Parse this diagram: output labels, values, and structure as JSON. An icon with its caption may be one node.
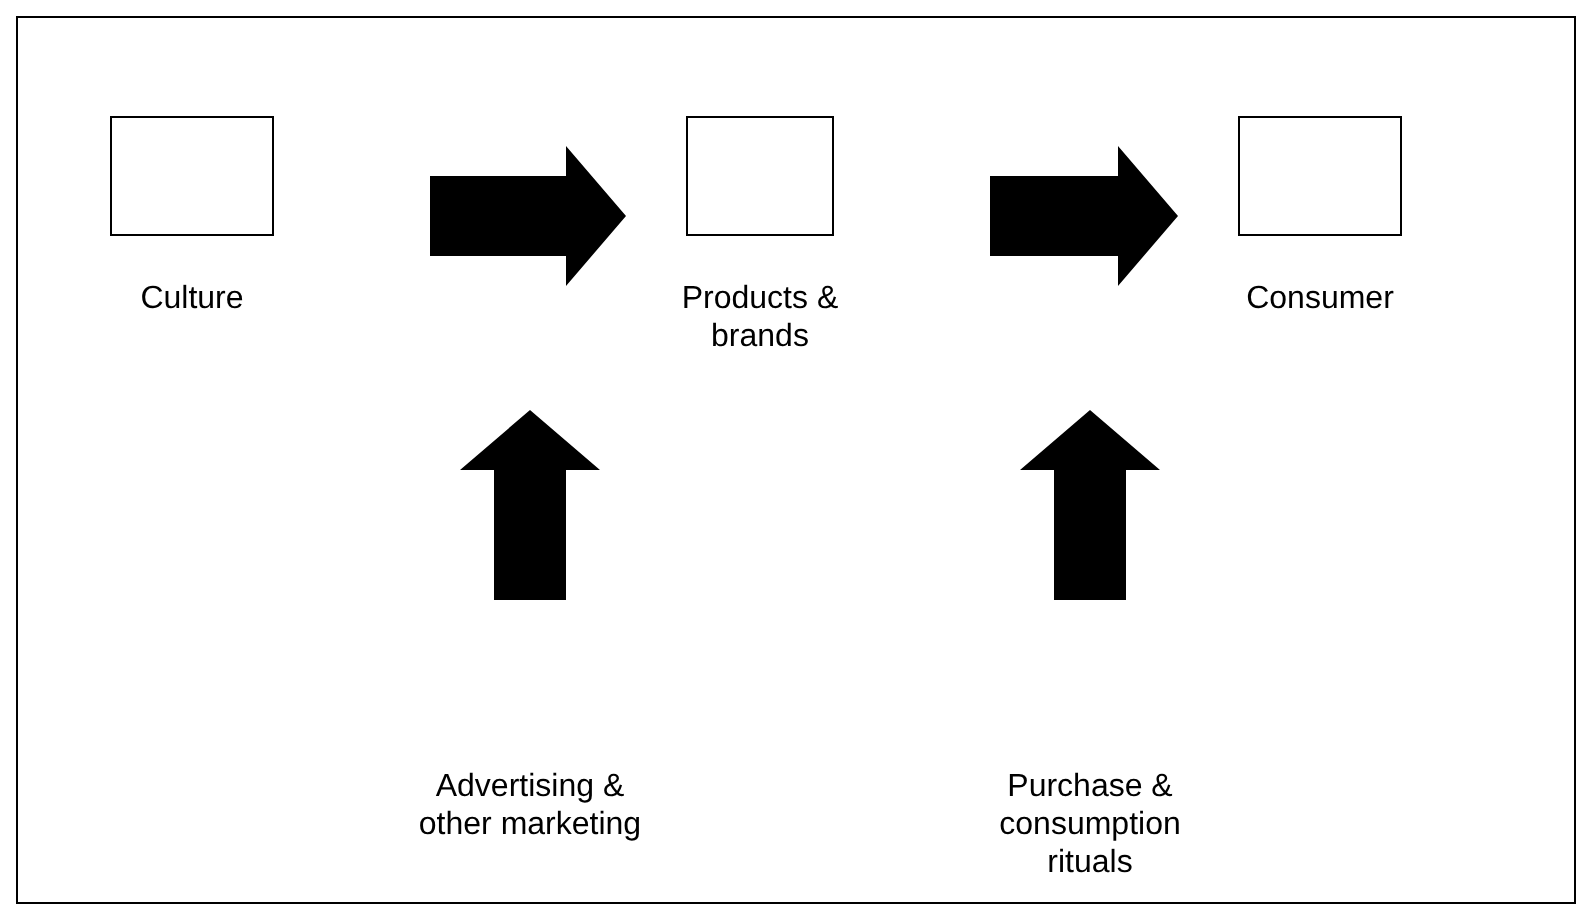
{
  "diagram": {
    "nodes": [
      {
        "text": [],
        "shape": "box",
        "beside": [
          "Culture"
        ]
      },
      {
        "text": [],
        "shape": "box",
        "beside": [
          "Products & brands"
        ]
      },
      {
        "text": [],
        "shape": "box",
        "beside": [
          "Consumer"
        ]
      }
    ],
    "edges": [
      {
        "from": 0,
        "to": 1,
        "arrow": "to",
        "style": "thick"
      },
      {
        "from": 1,
        "to": 2,
        "arrow": "to",
        "style": "thick"
      }
    ],
    "labels": [
      "Advertising & other marketing",
      "Purchase & consumption rituals"
    ]
  }
}
